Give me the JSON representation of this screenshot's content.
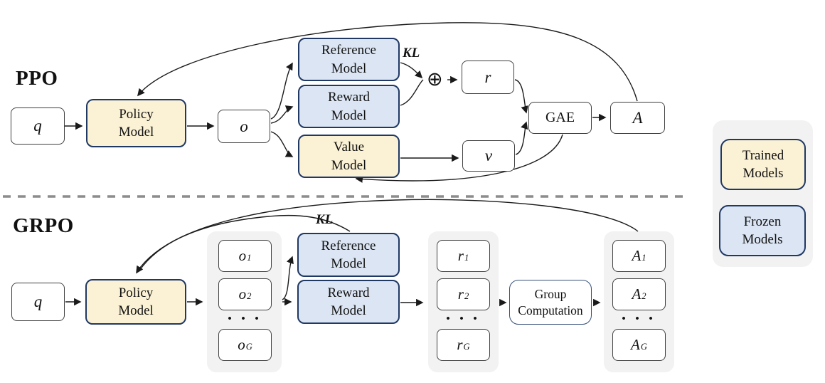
{
  "diagram": {
    "ppo": {
      "title": "PPO",
      "nodes": {
        "q": "q",
        "policy": "Policy\nModel",
        "o": "o",
        "reference": "Reference\nModel",
        "reward": "Reward\nModel",
        "value": "Value\nModel",
        "kl": "KL",
        "oplus_symbol": "⊕",
        "r": "r",
        "v": "v",
        "gae": "GAE",
        "A": "A"
      }
    },
    "grpo": {
      "title": "GRPO",
      "nodes": {
        "q": "q",
        "policy": "Policy\nModel",
        "kl": "KL",
        "reference": "Reference\nModel",
        "reward": "Reward\nModel",
        "group_computation": "Group\nComputation",
        "dots": "• • •",
        "o_items": [
          {
            "base": "o",
            "sub": "1"
          },
          {
            "base": "o",
            "sub": "2"
          },
          {
            "base": "o",
            "sub": "G"
          }
        ],
        "r_items": [
          {
            "base": "r",
            "sub": "1"
          },
          {
            "base": "r",
            "sub": "2"
          },
          {
            "base": "r",
            "sub": "G"
          }
        ],
        "a_items": [
          {
            "base": "A",
            "sub": "1"
          },
          {
            "base": "A",
            "sub": "2"
          },
          {
            "base": "A",
            "sub": "G"
          }
        ]
      }
    },
    "legend": {
      "trained": "Trained\nModels",
      "frozen": "Frozen\nModels"
    },
    "colors": {
      "trained_fill": "#FBF2D5",
      "frozen_fill": "#DBE5F3",
      "model_border": "#1F3864",
      "small_box_border": "#3F3F3F",
      "group_fill": "#F2F2F2",
      "arrow": "#1A1A1A",
      "divider": "#8C8C8C"
    }
  }
}
